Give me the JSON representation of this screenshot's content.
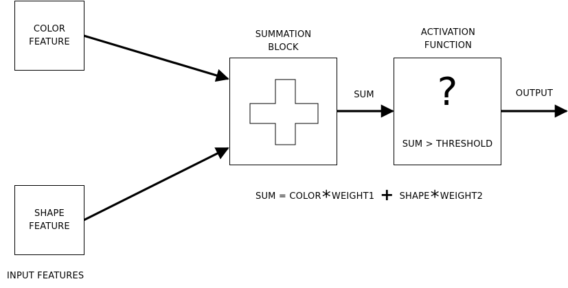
{
  "nodes": {
    "color_feature": [
      "COLOR",
      "FEATURE"
    ],
    "shape_feature": [
      "SHAPE",
      "FEATURE"
    ],
    "summation_title": [
      "SUMMATION",
      "BLOCK"
    ],
    "activation_title": [
      "ACTIVATION",
      "FUNCTION"
    ],
    "activation_symbol": "?",
    "activation_condition": "SUM > THRESHOLD"
  },
  "edges": {
    "sum_label": "SUM",
    "output_label": "OUTPUT"
  },
  "formula": {
    "lhs": "SUM = COLOR",
    "star": "*",
    "term1": "WEIGHT1",
    "plus": "+",
    "shape": "SHAPE",
    "term2": "WEIGHT2"
  },
  "footer": {
    "input_features": "INPUT FEATURES"
  }
}
